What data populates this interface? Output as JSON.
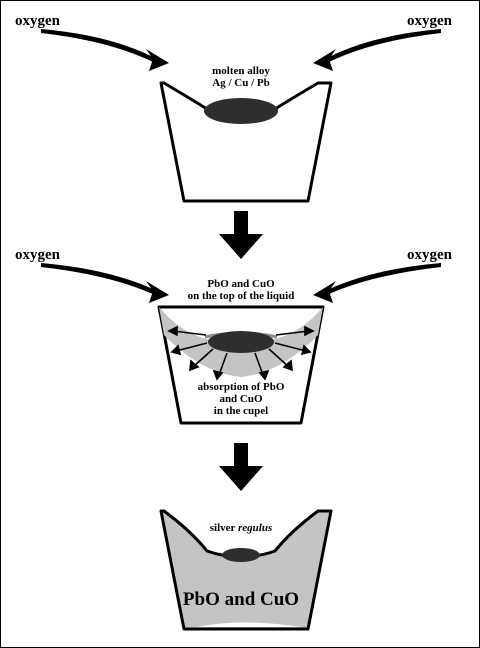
{
  "stage1": {
    "oxygen_left": "oxygen",
    "oxygen_right": "oxygen",
    "label_line1": "molten alloy",
    "label_line2": "Ag / Cu / Pb"
  },
  "stage2": {
    "oxygen_left": "oxygen",
    "oxygen_right": "oxygen",
    "top_label_line1": "PbO and CuO",
    "top_label_line2": "on the top of the liquid",
    "bottom_label_line1": "absorption of PbO",
    "bottom_label_line2": "and CuO",
    "bottom_label_line3": "in the cupel"
  },
  "stage3": {
    "label_prefix": "silver",
    "label_italic": "regulus",
    "fill_label": "PbO and CuO"
  },
  "colors": {
    "outline": "#000000",
    "molten": "#2e2e2e",
    "oxide_fill": "#c4c4c4",
    "background": "#ffffff"
  }
}
